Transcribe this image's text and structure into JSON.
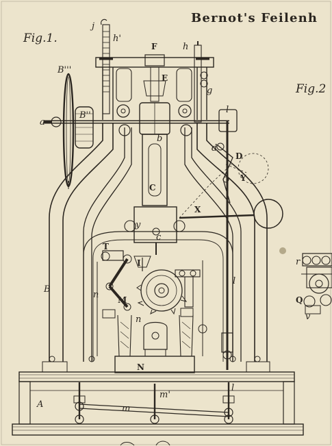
{
  "plate": {
    "title": "Bernot's Feilenh",
    "figures": [
      {
        "label": "Fig.1."
      },
      {
        "label": "Fig.2"
      }
    ],
    "part_labels": [
      {
        "id": "j",
        "text": "j"
      },
      {
        "id": "h_prime_top",
        "text": "h'"
      },
      {
        "id": "F",
        "text": "F"
      },
      {
        "id": "h_right",
        "text": "h"
      },
      {
        "id": "E",
        "text": "E"
      },
      {
        "id": "B_third",
        "text": "B'''"
      },
      {
        "id": "B_second",
        "text": "B''"
      },
      {
        "id": "a",
        "text": "a"
      },
      {
        "id": "g",
        "text": "g"
      },
      {
        "id": "l_top",
        "text": "l"
      },
      {
        "id": "b",
        "text": "b"
      },
      {
        "id": "d",
        "text": "d"
      },
      {
        "id": "D",
        "text": "D"
      },
      {
        "id": "Y_upper",
        "text": "Y"
      },
      {
        "id": "C",
        "text": "C"
      },
      {
        "id": "X",
        "text": "X"
      },
      {
        "id": "y",
        "text": "y"
      },
      {
        "id": "c",
        "text": "c"
      },
      {
        "id": "T",
        "text": "T"
      },
      {
        "id": "I",
        "text": "I"
      },
      {
        "id": "B_left",
        "text": "B"
      },
      {
        "id": "n_left",
        "text": "n"
      },
      {
        "id": "M",
        "text": "M"
      },
      {
        "id": "l_mid",
        "text": "l"
      },
      {
        "id": "n_low",
        "text": "n"
      },
      {
        "id": "N",
        "text": "N"
      },
      {
        "id": "A",
        "text": "A"
      },
      {
        "id": "m_prime",
        "text": "m'"
      },
      {
        "id": "m",
        "text": "m"
      },
      {
        "id": "l_low",
        "text": "l"
      },
      {
        "id": "r",
        "text": "r"
      },
      {
        "id": "Q",
        "text": "Q"
      },
      {
        "id": "v",
        "text": "v"
      }
    ]
  }
}
